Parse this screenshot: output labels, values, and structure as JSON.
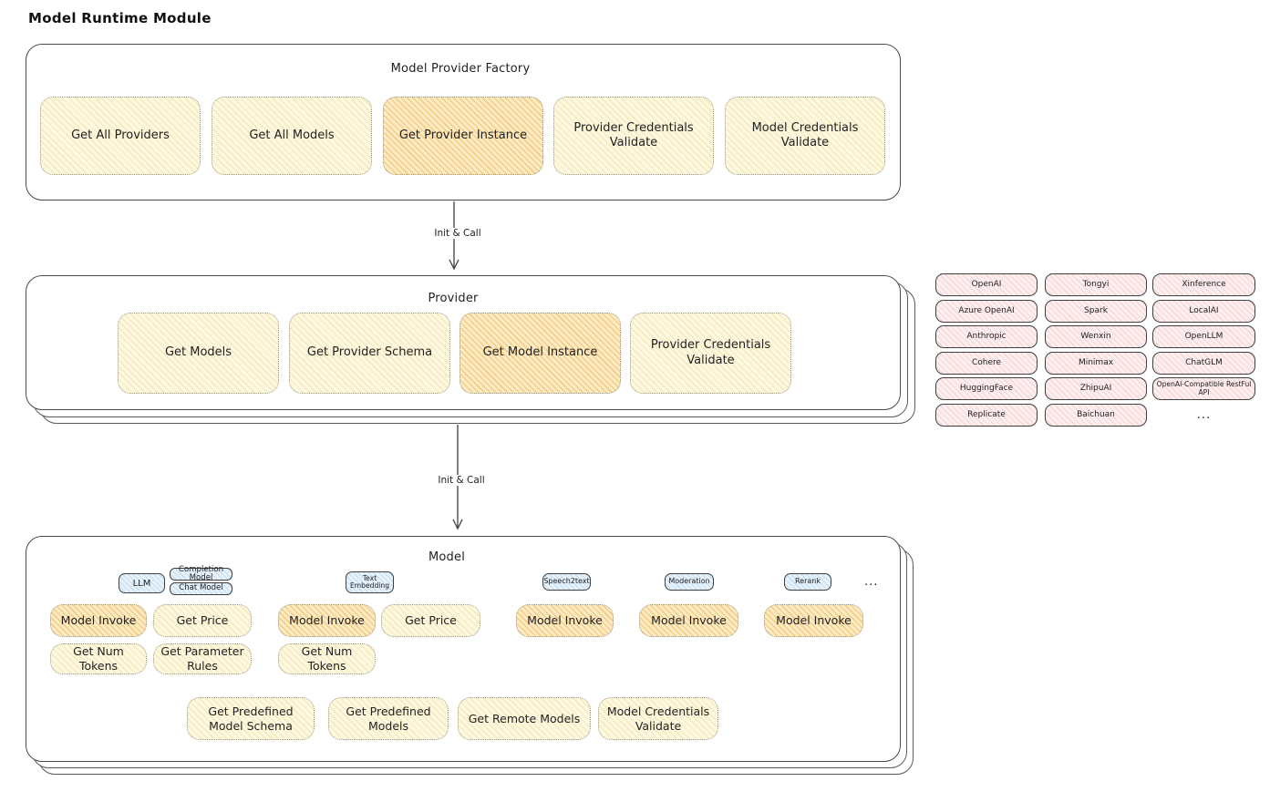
{
  "title": "Model Runtime Module",
  "colors": {
    "yellow_fill": "#fdf8e0",
    "orange_highlight_fill": "#fcecc6",
    "pink_fill": "#fdefef",
    "blue_tab_fill": "#e7f2fb",
    "border_dark": "#4a4a4a"
  },
  "factory": {
    "title": "Model Provider Factory",
    "items": [
      {
        "label": "Get All Providers",
        "highlighted": false
      },
      {
        "label": "Get All Models",
        "highlighted": false
      },
      {
        "label": "Get Provider Instance",
        "highlighted": true
      },
      {
        "label": "Provider Credentials Validate",
        "highlighted": false
      },
      {
        "label": "Model Credentials Validate",
        "highlighted": false
      }
    ]
  },
  "arrow1": {
    "label": "Init & Call"
  },
  "arrow2": {
    "label": "Init & Call"
  },
  "provider": {
    "title": "Provider",
    "items": [
      {
        "label": "Get Models",
        "highlighted": false
      },
      {
        "label": "Get Provider Schema",
        "highlighted": false
      },
      {
        "label": "Get Model Instance",
        "highlighted": true
      },
      {
        "label": "Provider Credentials Validate",
        "highlighted": false
      }
    ]
  },
  "provider_list": {
    "col1": [
      "OpenAI",
      "Azure OpenAI",
      "Anthropic",
      "Cohere",
      "HuggingFace",
      "Replicate"
    ],
    "col2": [
      "Tongyi",
      "Spark",
      "Wenxin",
      "Minimax",
      "ZhipuAI",
      "Baichuan"
    ],
    "col3": [
      "Xinference",
      "LocalAI",
      "OpenLLM",
      "ChatGLM",
      "OpenAI-Compatible RestFul API"
    ],
    "more": "..."
  },
  "model": {
    "title": "Model",
    "tabs": {
      "llm": "LLM",
      "completion": "Completion Model",
      "chat": "Chat Model",
      "text_embedding": "Text Embedding",
      "speech2text": "Speech2text",
      "moderation": "Moderation",
      "rerank": "Rerank",
      "more": "..."
    },
    "llm_ops": [
      "Model Invoke",
      "Get Price",
      "Get Num Tokens",
      "Get Parameter Rules"
    ],
    "embedding_ops": [
      "Model Invoke",
      "Get Price",
      "Get Num Tokens"
    ],
    "speech2text_op": "Model Invoke",
    "moderation_op": "Model Invoke",
    "rerank_op": "Model Invoke",
    "common_ops": [
      "Get Predefined Model Schema",
      "Get Predefined Models",
      "Get Remote Models",
      "Model Credentials Validate"
    ]
  }
}
